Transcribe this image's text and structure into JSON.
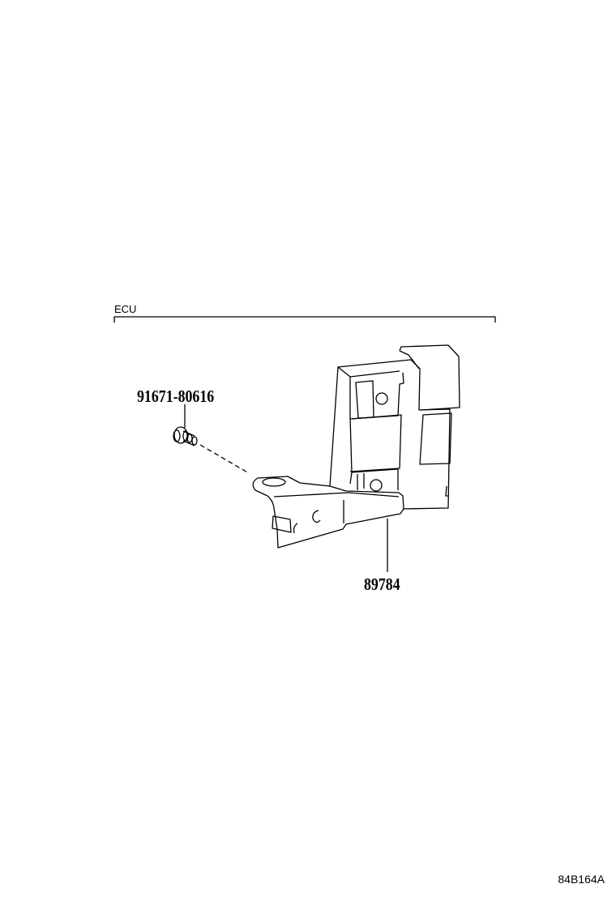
{
  "diagram": {
    "group_label": "ECU",
    "parts": [
      {
        "number": "91671-80616",
        "item": "bolt"
      },
      {
        "number": "89784",
        "item": "ecu-with-bracket"
      }
    ],
    "illustration_code": "84B164A"
  }
}
